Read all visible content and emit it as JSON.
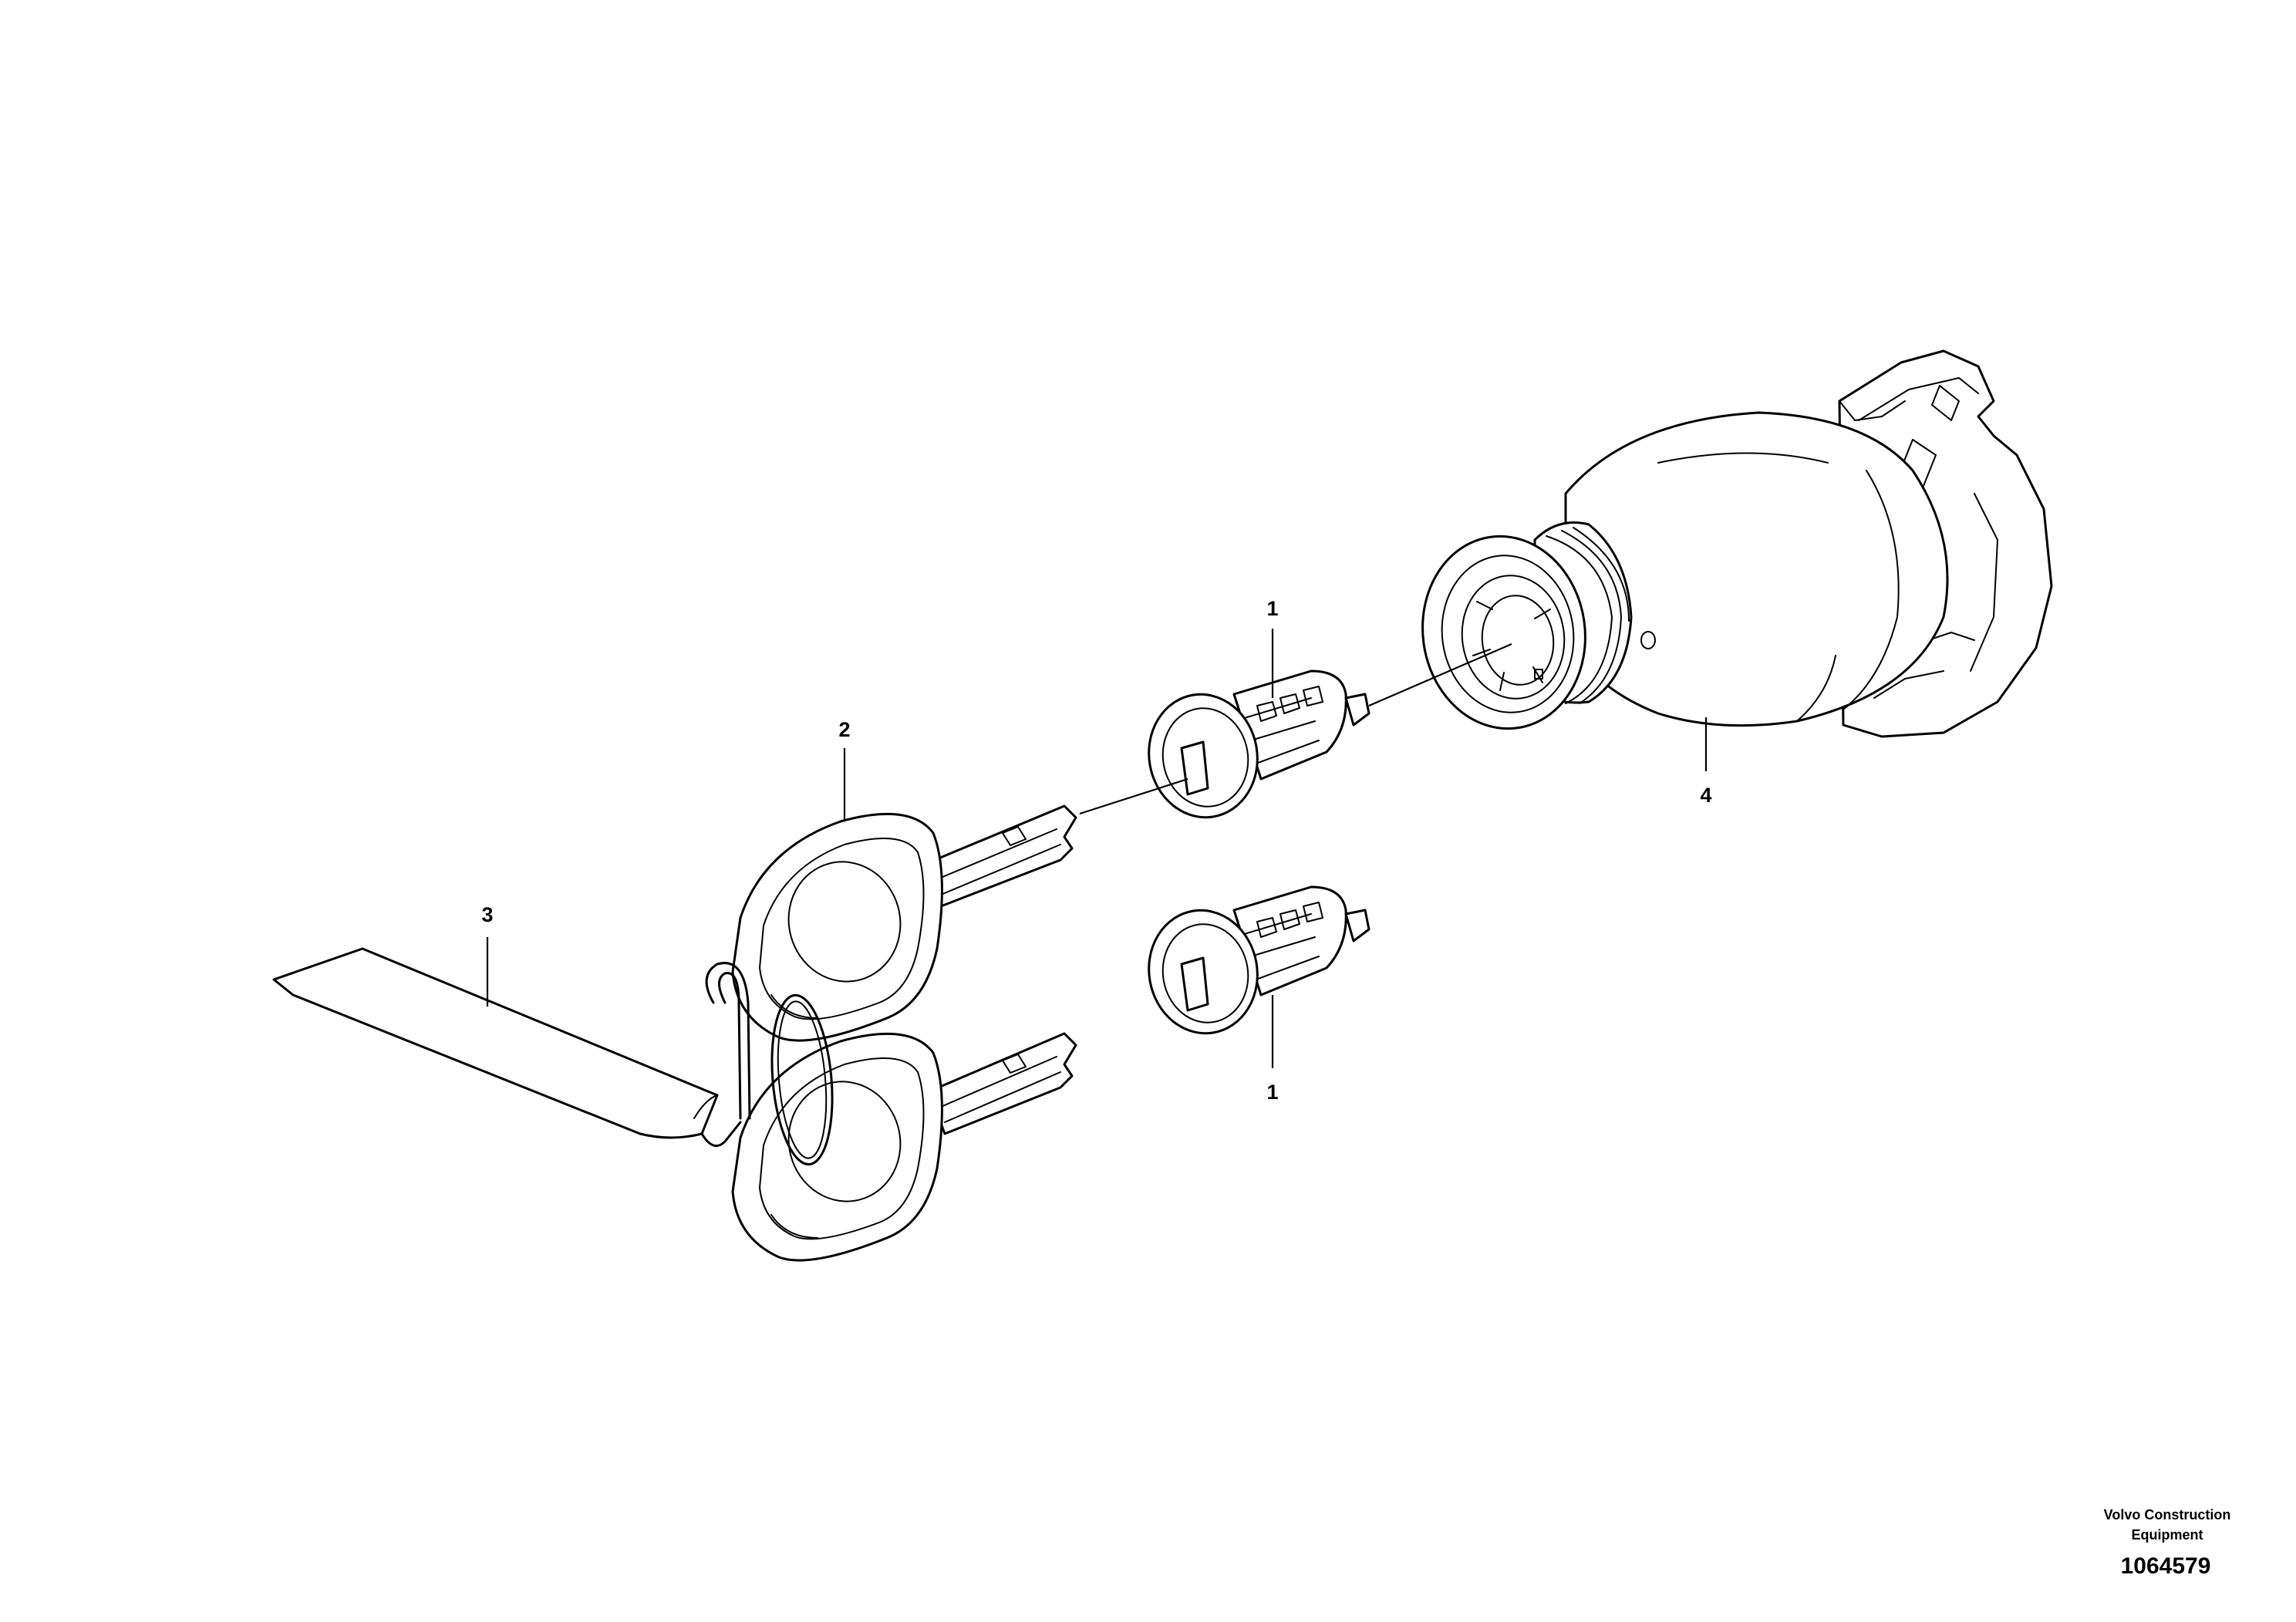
{
  "callouts": [
    {
      "id": "lock-cylinder-top",
      "label": "1"
    },
    {
      "id": "key",
      "label": "2"
    },
    {
      "id": "key-tag",
      "label": "3"
    },
    {
      "id": "ignition-switch",
      "label": "4"
    },
    {
      "id": "lock-cylinder-bottom",
      "label": "1"
    }
  ],
  "footer": {
    "manufacturer_line1": "Volvo Construction",
    "manufacturer_line2": "Equipment",
    "document_number": "1064579"
  }
}
